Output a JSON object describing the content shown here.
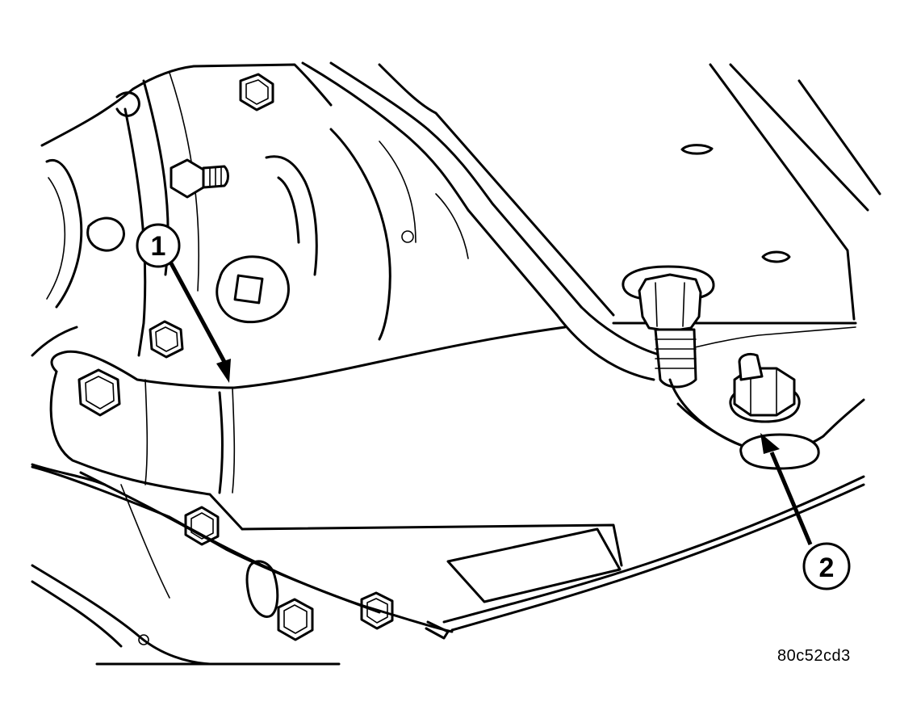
{
  "callouts": [
    {
      "id": "1",
      "label": "1"
    },
    {
      "id": "2",
      "label": "2"
    }
  ],
  "figure_id": "80c52cd3",
  "colors": {
    "ink": "#000000",
    "paper": "#ffffff"
  }
}
